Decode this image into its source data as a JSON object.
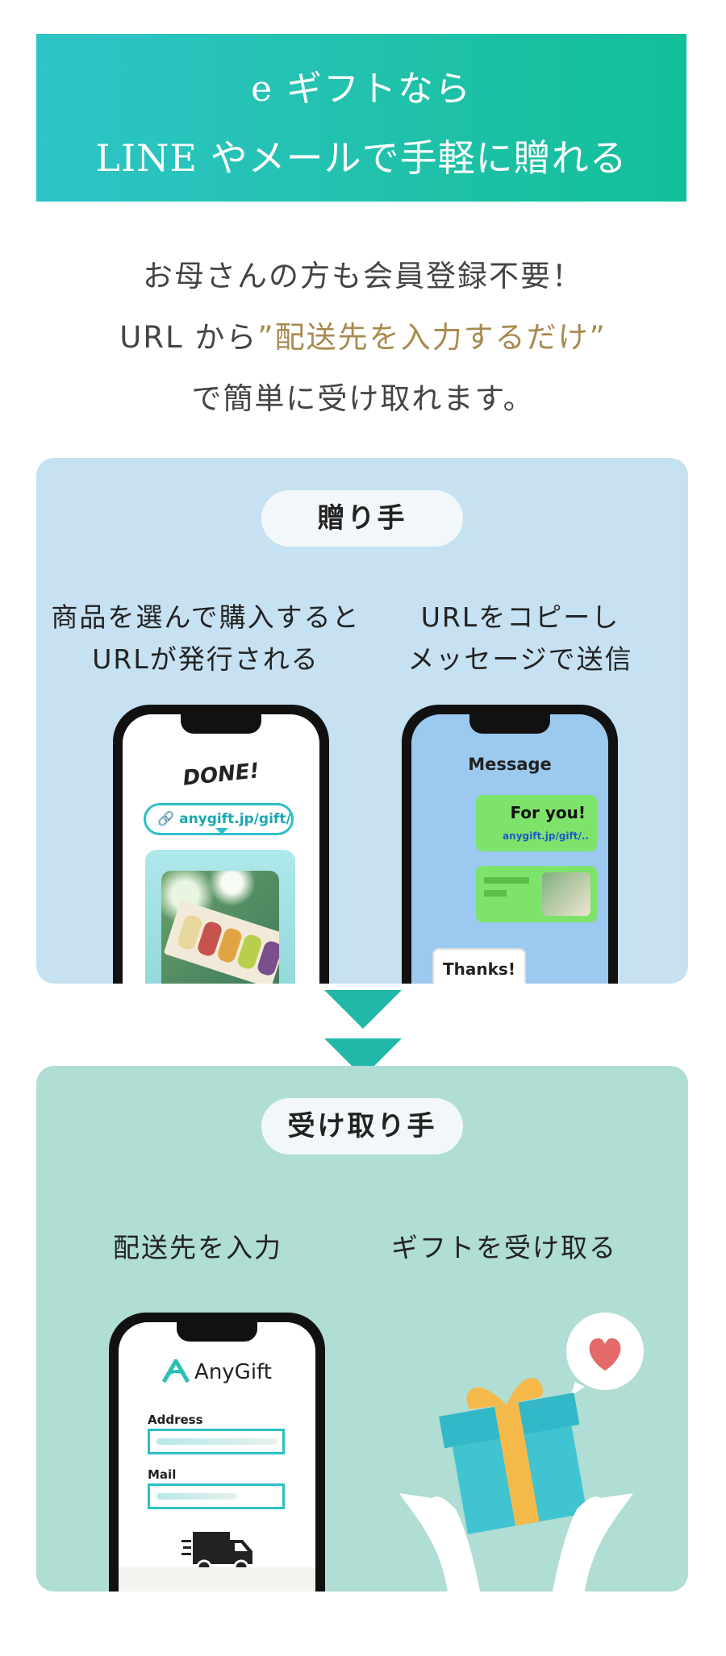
{
  "banner": {
    "line1": "e ギフトなら",
    "line2": "LINE やメールで手軽に贈れる"
  },
  "intro": {
    "line1": "お母さんの方も会員登録不要！",
    "line2_pre": "URL から",
    "line2_highlight": "”配送先を入力するだけ”",
    "line3": "で簡単に受け取れます。"
  },
  "giver": {
    "title": "贈り手",
    "step1": "商品を選んで購入すると\nURLが発行される",
    "step2": "URLをコピーし\nメッセージで送信",
    "done_label": "DONE!",
    "url_text": "anygift.jp/gift/..",
    "message_title": "Message",
    "for_you": "For you!",
    "message_url": "anygift.jp/gift/..",
    "thanks": "Thanks!"
  },
  "receiver": {
    "title": "受け取り手",
    "step1": "配送先を入力",
    "step2": "ギフトを受け取る",
    "brand": "AnyGift",
    "address_label": "Address",
    "mail_label": "Mail"
  },
  "colors": {
    "banner_start": "#2ec4c8",
    "banner_end": "#12bf9a",
    "highlight": "#a88a4e",
    "giver_bg": "#c6e1f1",
    "receiver_bg": "#b0ddd4",
    "arrow": "#22b8a8"
  }
}
